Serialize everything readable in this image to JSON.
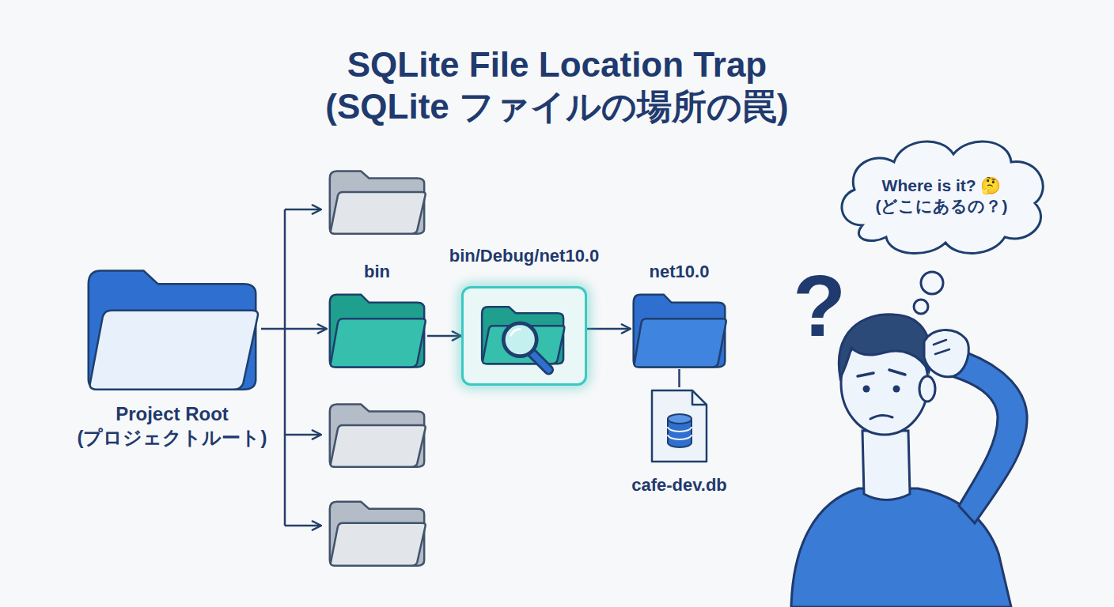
{
  "diagram": {
    "title": "SQLite File Location Trap (SQLite ファイルの場所の罠)",
    "nodes": [
      {
        "text": [
          "Project Root (プロジェクトルート)"
        ]
      },
      {
        "text": [
          "bin"
        ]
      },
      {
        "text": [
          "bin/Debug/net10.0"
        ]
      },
      {
        "text": [
          "net10.0"
        ]
      },
      {
        "text": [
          "cafe-dev.db"
        ]
      },
      {
        "text": [
          "Where is it? 🤔 (どこにあるの？)"
        ]
      }
    ],
    "edges": [
      {
        "from": 0,
        "to": 1,
        "arrow": "to"
      },
      {
        "from": 1,
        "to": 2,
        "arrow": "to"
      },
      {
        "from": 2,
        "to": 3,
        "arrow": "to"
      },
      {
        "from": 3,
        "to": 4,
        "arrow": "none"
      }
    ],
    "labels": [
      "?"
    ]
  }
}
